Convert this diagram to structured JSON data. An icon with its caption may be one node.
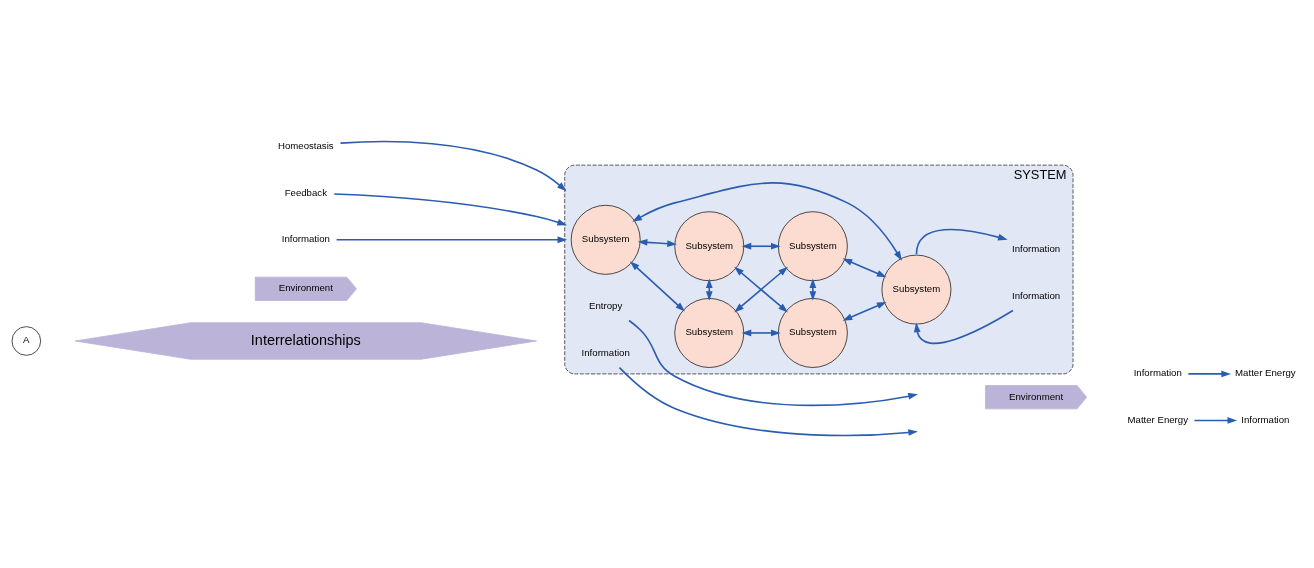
{
  "diagram": {
    "nodes": [
      {
        "text": [
          "SYSTEM"
        ]
      },
      {
        "text": [
          "Subsystem"
        ],
        "in": 0
      },
      {
        "text": [
          "Subsystem"
        ],
        "in": 0
      },
      {
        "text": [
          "Subsystem"
        ],
        "in": 0
      },
      {
        "text": [
          "Subsystem"
        ],
        "in": 0
      },
      {
        "text": [
          "Subsystem"
        ],
        "in": 0
      },
      {
        "text": [
          "Subsystem"
        ],
        "in": 0
      },
      {
        "text": [
          "Information"
        ],
        "in": 0
      },
      {
        "text": [
          "Information"
        ],
        "in": 0
      },
      {
        "text": [
          "Homeostasis"
        ]
      },
      {
        "text": [
          "Feedback"
        ]
      },
      {
        "text": [
          "Entropy"
        ],
        "in": 0
      },
      {
        "text": [
          "Information"
        ],
        "in": 0
      },
      {
        "text": [
          "Information"
        ]
      },
      {
        "text": [
          "Environment"
        ]
      },
      {
        "text": [
          "Environment"
        ]
      },
      {
        "text": [
          "Interrelationships"
        ]
      },
      {
        "text": [
          "Information"
        ]
      },
      {
        "text": [
          "Matter Energy"
        ]
      },
      {
        "text": [
          "Matter Energy"
        ]
      },
      {
        "text": [
          "Information"
        ]
      },
      {
        "text": [
          "A"
        ]
      }
    ],
    "edges": [
      {
        "from": 9,
        "to": 0,
        "arrow": "to"
      },
      {
        "from": 10,
        "to": 0,
        "arrow": "to"
      },
      {
        "from": 1,
        "to": 2,
        "arrow": "both"
      },
      {
        "from": 2,
        "to": 3,
        "arrow": "both"
      },
      {
        "from": 1,
        "to": 4,
        "arrow": "both"
      },
      {
        "from": 1,
        "to": 6,
        "arrow": "both"
      },
      {
        "from": 2,
        "to": 4,
        "arrow": "both"
      },
      {
        "from": 2,
        "to": 5,
        "arrow": "both"
      },
      {
        "from": 3,
        "to": 4,
        "arrow": "both"
      },
      {
        "from": 3,
        "to": 5,
        "arrow": "both"
      },
      {
        "from": 3,
        "to": 6,
        "arrow": "both"
      },
      {
        "from": 4,
        "to": 5,
        "arrow": "both"
      },
      {
        "from": 5,
        "to": 6,
        "arrow": "both"
      },
      {
        "from": 6,
        "to": 7,
        "arrow": "to"
      },
      {
        "from": 8,
        "to": 6,
        "arrow": "to"
      },
      {
        "from": 13,
        "to": 0,
        "arrow": "to"
      },
      {
        "from": 11,
        "to": null,
        "arrow": "to"
      },
      {
        "from": 12,
        "to": null,
        "arrow": "to"
      },
      {
        "from": 17,
        "to": 18,
        "arrow": "to"
      },
      {
        "from": 19,
        "to": 20,
        "arrow": "to"
      }
    ]
  }
}
